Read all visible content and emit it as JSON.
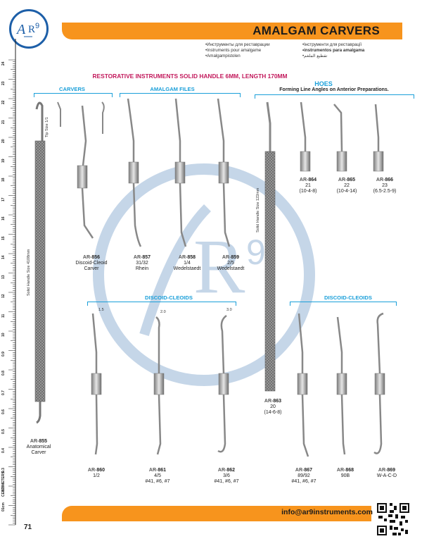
{
  "header": {
    "title": "AMALGAM CARVERS",
    "languages_left": [
      "Инструменты для реставрации",
      "Instruments pour amalgame",
      "Amalgampistolen"
    ],
    "languages_right": [
      "Інструменти для реставрації",
      "instrumentos para amalgama",
      "تقطيع الملغم"
    ]
  },
  "subtitle": "RESTORATIVE INSTRUMENTS SOLID HANDLE 6MM, LENGTH 170MM",
  "sections": {
    "carvers": "CARVERS",
    "amalgam_files": "AMALGAM FILES",
    "hoes": "HOES",
    "hoes_note": "Forming Line Angles on Anterior Preparations.",
    "discoid_cleoids_left": "DISCOID-CLEOIDS",
    "discoid_cleoids_right": "DISCOID-CLEOIDS"
  },
  "labels": {
    "tip_size": "Tip Size 1/1",
    "solid_handle_left": "Solid Handle Size 4108mm",
    "solid_handle_right": "Solid Handle Size 122mm",
    "size_15": "1.5",
    "size_20": "2.0",
    "size_30": "3.0"
  },
  "ruler": {
    "unit": "CENTIMETERS",
    "marks": [
      "01cm",
      "0.2",
      "0.3",
      "0.4",
      "0.5",
      "0.6",
      "0.7",
      "0.8",
      "0.9",
      "10",
      "11",
      "12",
      "13",
      "14",
      "15",
      "16",
      "17",
      "18",
      "19",
      "20",
      "21",
      "22",
      "23",
      "24"
    ]
  },
  "products": [
    {
      "prefix": "AR-",
      "num": "855",
      "l1": "Anatomical",
      "l2": "Carver",
      "l3": ""
    },
    {
      "prefix": "AR-",
      "num": "856",
      "l1": "Discoid-Cleoid",
      "l2": "Carver",
      "l3": ""
    },
    {
      "prefix": "AR-",
      "num": "857",
      "l1": "31/32",
      "l2": "Rhein",
      "l3": ""
    },
    {
      "prefix": "AR-",
      "num": "858",
      "l1": "1/4",
      "l2": "Wedelstaedt",
      "l3": ""
    },
    {
      "prefix": "AR-",
      "num": "859",
      "l1": "2/5",
      "l2": "Wedelstaedt",
      "l3": ""
    },
    {
      "prefix": "AR-",
      "num": "864",
      "l1": "21",
      "l2": "(10-4-8)",
      "l3": ""
    },
    {
      "prefix": "AR-",
      "num": "865",
      "l1": "22",
      "l2": "(10-4-14)",
      "l3": ""
    },
    {
      "prefix": "AR-",
      "num": "866",
      "l1": "23",
      "l2": "(6.5-2.5-9)",
      "l3": ""
    },
    {
      "prefix": "AR-",
      "num": "863",
      "l1": "20",
      "l2": "(14-6-8)",
      "l3": ""
    },
    {
      "prefix": "AR-",
      "num": "860",
      "l1": "1/2",
      "l2": "",
      "l3": ""
    },
    {
      "prefix": "AR-",
      "num": "861",
      "l1": "4/5",
      "l2": "#41, #6, #7",
      "l3": ""
    },
    {
      "prefix": "AR-",
      "num": "862",
      "l1": "3/6",
      "l2": "#41, #6, #7",
      "l3": ""
    },
    {
      "prefix": "AR-",
      "num": "867",
      "l1": "89/92",
      "l2": "#41, #6, #7",
      "l3": ""
    },
    {
      "prefix": "AR-",
      "num": "868",
      "l1": "90B",
      "l2": "",
      "l3": ""
    },
    {
      "prefix": "AR-",
      "num": "869",
      "l1": "W-A-C-D",
      "l2": "",
      "l3": ""
    }
  ],
  "footer": {
    "email": "info@ar9instruments.com",
    "page_number": "71"
  },
  "colors": {
    "accent_orange": "#f7941d",
    "section_blue": "#1a9fd9",
    "subtitle_magenta": "#c2185b",
    "logo_blue": "#1d5fa8"
  }
}
